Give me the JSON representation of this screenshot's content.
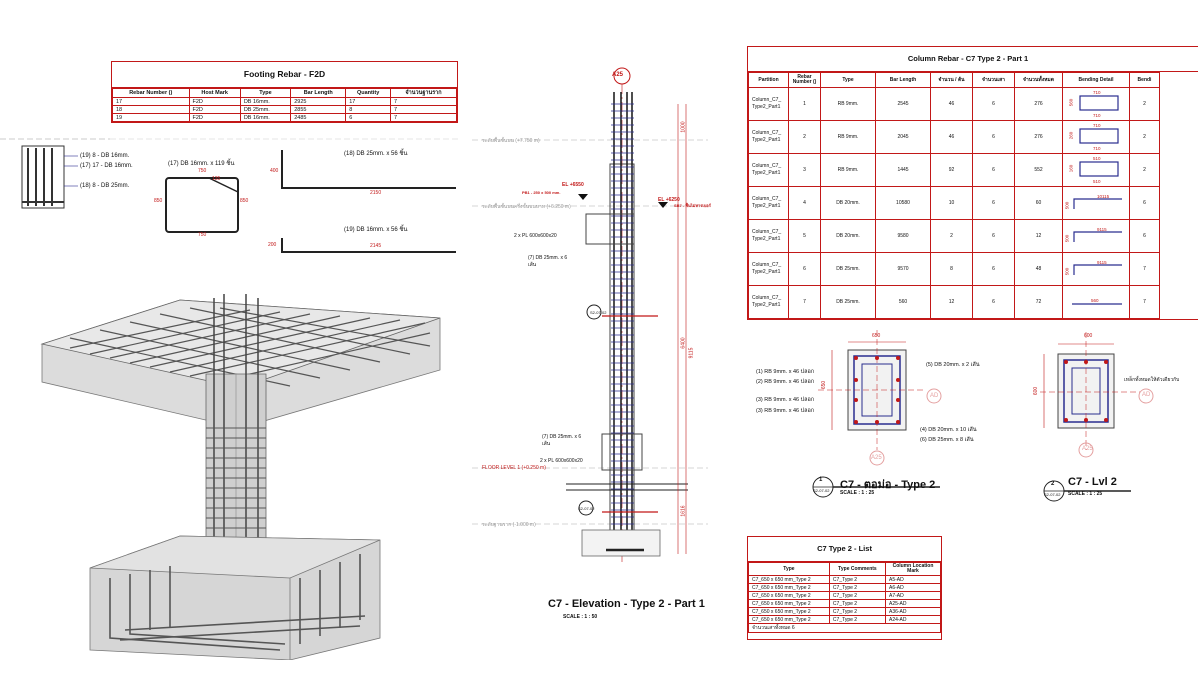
{
  "footing_schedule": {
    "title": "Footing Rebar - F2D",
    "headers": [
      "Rebar Number ()",
      "Host Mark",
      "Type",
      "Bar Length",
      "Quantity",
      "จำนวนฐานราก"
    ],
    "rows": [
      [
        "17",
        "F2D",
        "DB 16mm.",
        "2925",
        "17",
        "7"
      ],
      [
        "18",
        "F2D",
        "DB 25mm.",
        "2855",
        "8",
        "7"
      ],
      [
        "19",
        "F2D",
        "DB 16mm.",
        "2485",
        "6",
        "7"
      ]
    ]
  },
  "footing_detail": {
    "callouts": [
      "(19) 8 - DB 16mm.",
      "(17) 17 - DB 16mm.",
      "(18) 8 - DB 25mm."
    ],
    "stirrup_label": "(17) DB 16mm. x 119 ชิ้น",
    "stirrup_dims": [
      "750",
      "135",
      "850",
      "850",
      "135",
      "750"
    ],
    "bar18_label": "(18) DB 25mm. x 56 ชิ้น",
    "bar18_dims": [
      "400",
      "2150"
    ],
    "bar19_label": "(19) DB 16mm. x 56 ชิ้น",
    "bar19_dims": [
      "200",
      "2145"
    ]
  },
  "elevation": {
    "grid": "A25",
    "levels": [
      "ระดับพื้นชั้นบน (+7.750 m)",
      "ระดับพื้นชั้นบนครึ่งชั้นบนบาท (+6.250 m)",
      "FLOOR LEVEL 1 (+0.250 m)",
      "ระดับฐานราก (-1.000 m)"
    ],
    "beam_label_1": "EL +6550",
    "beam_label_1b": "PB1 - 250 x 500 mm.",
    "beam_label_2": "EL +6250",
    "beam_label_2b": "SB7 - พื้นไม่หารเบอร์",
    "notes": [
      "2 x PL 600x600x20",
      "(7) DB 25mm. x 6 เส้น",
      "(7) DB 25mm. x 6 เส้น",
      "2 x PL 600x600x20"
    ],
    "dims": [
      "1000",
      "600",
      "6400",
      "9115",
      "600",
      "1616"
    ],
    "section_marks": [
      "2",
      "S2-07-02",
      "1",
      "S2-07-02"
    ],
    "title": "C7 - Elevation - Type 2 - Part 1",
    "scale": "SCALE : 1 : 50"
  },
  "column_schedule": {
    "title": "Column Rebar - C7 Type 2 - Part 1",
    "headers": [
      "Partition",
      "Rebar Number ()",
      "Type",
      "Bar Length",
      "จำนวน / ต้น",
      "จำนวนเสา",
      "จำนวนทั้งหมด",
      "Bending Detail",
      "Bendi"
    ],
    "rows": [
      {
        "part": "Column_C7_ Type2_Part1",
        "num": "1",
        "type": "RB 9mm.",
        "len": "2545",
        "per": "46",
        "cols": "6",
        "total": "276",
        "bend": [
          "710",
          "560",
          "710"
        ],
        "last": "2"
      },
      {
        "part": "Column_C7_ Type2_Part1",
        "num": "2",
        "type": "RB 9mm.",
        "len": "2045",
        "per": "46",
        "cols": "6",
        "total": "276",
        "bend": [
          "710",
          "260",
          "710"
        ],
        "last": "2"
      },
      {
        "part": "Column_C7_ Type2_Part1",
        "num": "3",
        "type": "RB 9mm.",
        "len": "1445",
        "per": "92",
        "cols": "6",
        "total": "552",
        "bend": [
          "510",
          "160",
          "510"
        ],
        "last": "2"
      },
      {
        "part": "Column_C7_ Type2_Part1",
        "num": "4",
        "type": "DB 20mm.",
        "len": "10580",
        "per": "10",
        "cols": "6",
        "total": "60",
        "bend": [
          "10115",
          "500"
        ],
        "last": "6"
      },
      {
        "part": "Column_C7_ Type2_Part1",
        "num": "5",
        "type": "DB 20mm.",
        "len": "9580",
        "per": "2",
        "cols": "6",
        "total": "12",
        "bend": [
          "9115",
          "500"
        ],
        "last": "6"
      },
      {
        "part": "Column_C7_ Type2_Part1",
        "num": "6",
        "type": "DB 25mm.",
        "len": "9570",
        "per": "8",
        "cols": "6",
        "total": "48",
        "bend": [
          "9115",
          "500"
        ],
        "last": "7"
      },
      {
        "part": "Column_C7_ Type2_Part1",
        "num": "7",
        "type": "DB 25mm.",
        "len": "560",
        "per": "12",
        "cols": "6",
        "total": "72",
        "bend": [
          "560"
        ],
        "last": "7"
      }
    ]
  },
  "section1": {
    "dim_top": "650",
    "dim_side": "650",
    "left_labels": [
      "(1) RB 9mm. x 46 ปลอก",
      "(2) RB 9mm. x 46 ปลอก",
      "(3) RB 9mm. x 46 ปลอก",
      "(3) RB 9mm. x 46 ปลอก"
    ],
    "right_labels": [
      "(5) DB 20mm. x 2 เส้น",
      "(4) DB 20mm. x 10 เส้น",
      "(6) DB 25mm. x 8 เส้น"
    ],
    "grid_h": "AD",
    "grid_v": "A25",
    "num": "1",
    "sheet": "S2-07-02",
    "title": "C7 - ตอม่อ - Type 2",
    "scale": "SCALE : 1 : 25"
  },
  "section2": {
    "dim_top": "600",
    "dim_side": "600",
    "note": "เหล็กทั้งหมดให้ตัวเดียวกับ",
    "grid_h": "AD",
    "grid_v": "A25",
    "num": "2",
    "sheet": "S2-07-02",
    "title": "C7 - Lvl 2",
    "scale": "SCALE : 1 : 25"
  },
  "list_schedule": {
    "title": "C7 Type 2 - List",
    "headers": [
      "Type",
      "Type Comments",
      "Column Location Mark"
    ],
    "rows": [
      [
        "C7_650 x 650 mm_Type 2",
        "C7_Type 2",
        "A5-AD"
      ],
      [
        "C7_650 x 650 mm_Type 2",
        "C7_Type 2",
        "A6-AD"
      ],
      [
        "C7_650 x 650 mm_Type 2",
        "C7_Type 2",
        "A7-AD"
      ],
      [
        "C7_650 x 650 mm_Type 2",
        "C7_Type 2",
        "A25-AD"
      ],
      [
        "C7_650 x 650 mm_Type 2",
        "C7_Type 2",
        "A36-AD"
      ],
      [
        "C7_650 x 650 mm_Type 2",
        "C7_Type 2",
        "A24-AD"
      ]
    ],
    "footer": "จำนวนเสาทั้งหมด 6"
  },
  "colors": {
    "accent_red": "#c21818",
    "rebar_blue": "#2a2d8f",
    "concrete": "#d9d9d9",
    "steel": "#555555"
  }
}
